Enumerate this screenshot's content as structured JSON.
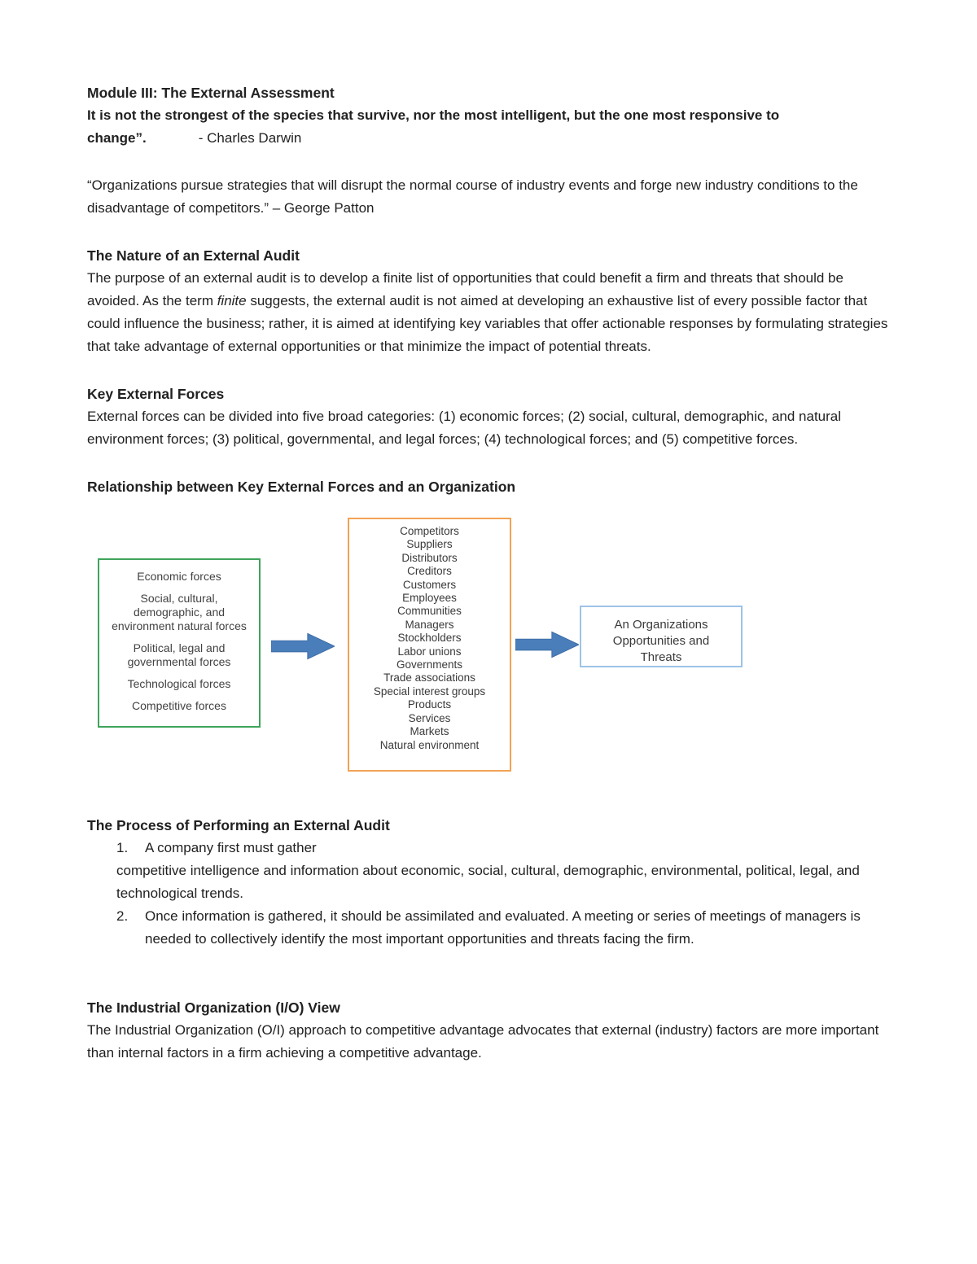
{
  "colors": {
    "text": "#212121",
    "green_border": "#3fa45b",
    "orange_border": "#f2a254",
    "blue_border": "#9dc3e6",
    "arrow_blue": "#4a7ebb"
  },
  "doc": {
    "title": "Module III: The External Assessment",
    "darwin": {
      "quote": "It is not the strongest of the species that survive, nor the most intelligent, but the one most responsive to change”.",
      "attribution": "- Charles Darwin"
    },
    "patton_quote": "“Organizations pursue strategies that will disrupt the normal course of industry events and forge new industry conditions to the disadvantage of competitors.” – George Patton",
    "nature": {
      "heading": "The Nature of an External Audit",
      "text_before": "The purpose of an external audit is to develop a finite list of opportunities that could benefit a firm and threats that should be avoided. As the term ",
      "italic_word": "finite",
      "text_after": " suggests, the external audit is not aimed at developing an exhaustive list of every possible factor that could influence the business; rather, it is aimed at identifying key variables that offer actionable responses by formulating strategies that take advantage of external opportunities or that minimize the impact of potential threats."
    },
    "key_forces": {
      "heading": "Key External Forces",
      "body": "External forces can be divided into five broad categories: (1) economic forces; (2) social, cultural, demographic, and natural environment forces; (3) political, governmental, and legal forces; (4) technological forces; and (5) competitive forces."
    },
    "relationship": {
      "heading": "Relationship between Key External Forces and an Organization"
    },
    "process": {
      "heading": "The Process of Performing an External Audit",
      "item1_number": "1.",
      "item1_lead": "A company first must gather",
      "item1_continuation": "competitive intelligence and information about economic, social, cultural, demographic, environmental, political, legal, and technological trends.",
      "item2_number": "2.",
      "item2_text": "Once information is gathered, it should be assimilated and evaluated. A meeting or series of meetings of managers is needed to collectively identify the most important opportunities and threats facing the firm."
    },
    "io_view": {
      "heading": "The Industrial Organization (I/O) View",
      "body": "The Industrial Organization (O/I) approach to competitive advantage advocates that external (industry) factors are more important than internal factors in a firm achieving a competitive advantage."
    }
  },
  "diagram": {
    "forces_box": {
      "items": [
        "Economic forces",
        "Social, cultural, demographic, and environment natural forces",
        "Political, legal and governmental forces",
        "Technological forces",
        "Competitive forces"
      ]
    },
    "stakeholders_box": {
      "items": [
        "Competitors",
        "Suppliers",
        "Distributors",
        "Creditors",
        "Customers",
        "Employees",
        "Communities",
        "Managers",
        "Stockholders",
        "Labor unions",
        "Governments",
        "Trade associations",
        "Special interest groups",
        "Products",
        "Services",
        "Markets",
        "Natural environment"
      ]
    },
    "outcome_box": {
      "text": "An Organizations Opportunities and Threats"
    }
  }
}
